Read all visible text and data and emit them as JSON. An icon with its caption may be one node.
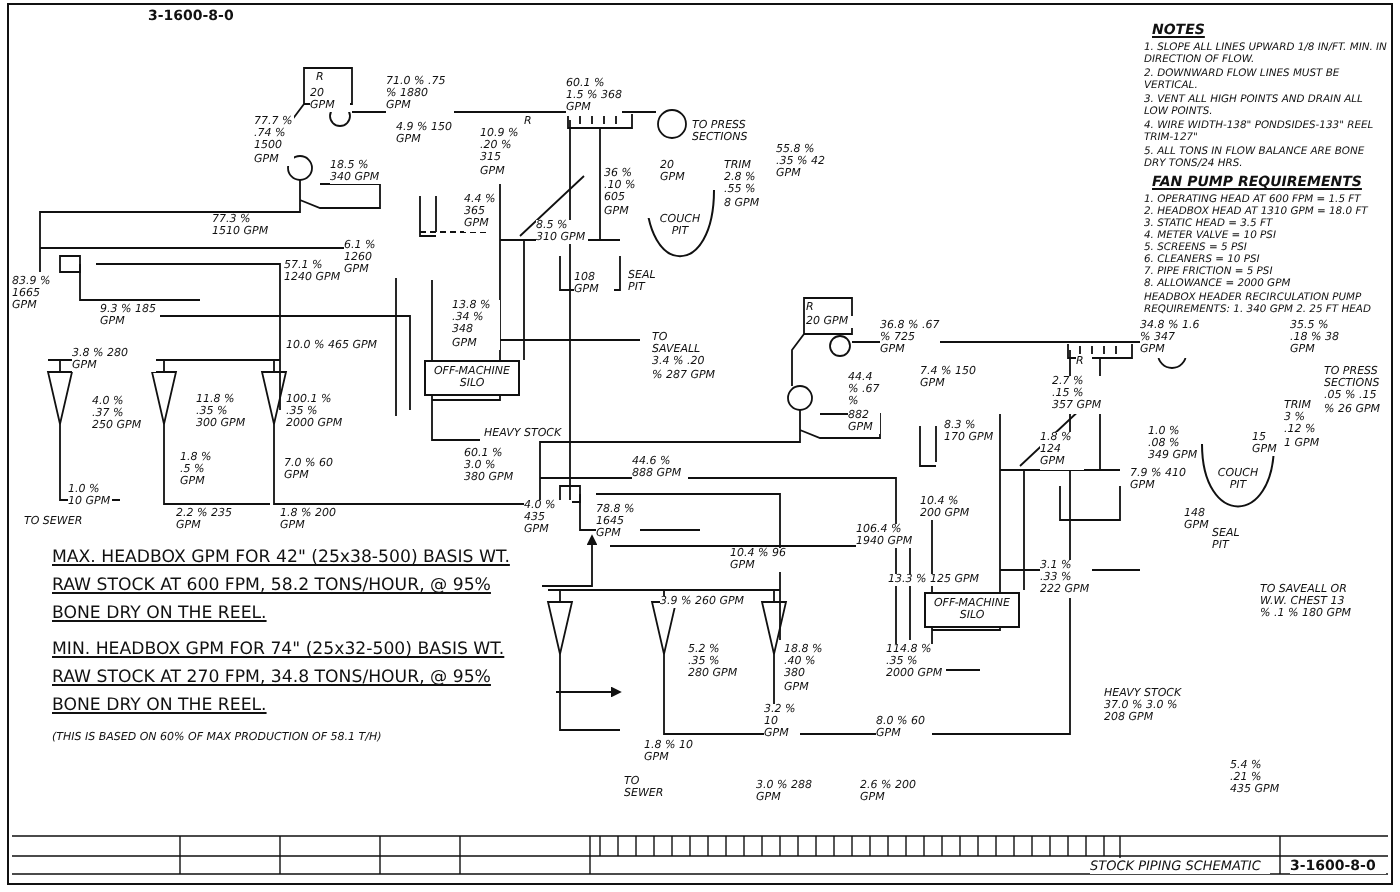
{
  "diagram": {
    "nodes": [
      {
        "text": [
          "OFF-MACHINE SILO"
        ]
      },
      {
        "text": [
          "COUCH PIT"
        ]
      },
      {
        "text": [
          "OFF-MACHINE SILO"
        ]
      },
      {
        "text": [
          "COUCH PIT"
        ]
      }
    ],
    "labels": [
      "3-1600-8-0",
      "20 GPM",
      "71.0 % .75 % 1880 GPM",
      "4.9 % 150 GPM",
      "77.7 % .74 % 1500 GPM",
      "18.5 % 340 GPM",
      "77.3 % 1510 GPM",
      "83.9 % 1665 GPM",
      "9.3 % 185 GPM",
      "57.1 % 1240 GPM",
      "6.1 % 1260 GPM",
      "60.1 % 1.5 % 368 GPM",
      "10.9 % .20 % 315 GPM",
      "4.4 % 365 GPM",
      "36 % .10 % 605 GPM",
      "20 GPM",
      "8.5 % 310 GPM",
      "108 GPM",
      "SEAL PIT",
      "TO PRESS SECTIONS",
      "55.8 % .35 % 42 GPM",
      "TRIM 2.8 % .55 % 8 GPM",
      "13.8 % .34 % 348 GPM",
      "10.0 % 465 GPM",
      "3.8 % 280 GPM",
      "4.0 % .37 % 250 GPM",
      "11.8 % .35 % 300 GPM",
      "100.1 % .35 % 2000 GPM",
      "HEAVY STOCK",
      "60.1 % 3.0 % 380 GPM",
      "TO SAVEALL 3.4 % .20 % 287 GPM",
      "1.8 % .5 % GPM",
      "7.0 % 60 GPM",
      "1.0 % 10 GPM",
      "TO SEWER",
      "2.2 % 235 GPM",
      "1.8 % 200 GPM",
      "4.0 % 435 GPM",
      "MAX. HEADBOX GPM FOR 42\" (25x38-500) BASIS WT. RAW STOCK AT 600 FPM, 58.2 TONS/HOUR, @ 95% BONE DRY ON THE REEL.",
      "MIN. HEADBOX GPM FOR 74\" (25x32-500) BASIS WT. RAW STOCK AT 270 FPM, 34.8 TONS/HOUR, @ 95% BONE DRY ON THE REEL.",
      "(THIS IS BASED ON 60% OF MAX PRODUCTION OF 58.1 T/H)",
      "20 GPM",
      "36.8 % .67 % 725 GPM",
      "7.4 % 150 GPM",
      "44.4 % .67 % 882 GPM",
      "2.7 % .15 % 357 GPM",
      "34.8 % 1.6 % 347 GPM",
      "35.5 % .18 % 38 GPM",
      "TO PRESS SECTIONS .05 % .15 % 26 GPM",
      "TRIM 3 % .12 % 1 GPM",
      "15 GPM",
      "1.0 % .08 % 349 GPM",
      "8.3 % 170 GPM",
      "1.8 % 124 GPM",
      "7.9 % 410 GPM",
      "148 GPM",
      "SEAL PIT",
      "44.6 % 888 GPM",
      "78.8 % 1645 GPM",
      "10.4 % 200 GPM",
      "106.4 % 1940 GPM",
      "10.4 % 96 GPM",
      "3.1 % .33 % 222 GPM",
      "13.3 % 125 GPM",
      "TO SAVEALL OR W.W. CHEST 13 % .1 % 180 GPM",
      "3.9 % 260 GPM",
      "5.2 % .35 % 280 GPM",
      "18.8 % .40 % 380 GPM",
      "114.8 % .35 % 2000 GPM",
      "HEAVY STOCK 37.0 % 3.0 % 208 GPM",
      "3.2 % 10 GPM",
      "8.0 % 60 GPM",
      "1.8 % 10 GPM",
      "TO SEWER",
      "3.0 % 288 GPM",
      "2.6 % 200 GPM",
      "5.4 % .21 % 435 GPM",
      "NOTES",
      "1. SLOPE ALL LINES UPWARD 1/8 IN/FT. MIN. IN DIRECTION OF FLOW.",
      "2. DOWNWARD FLOW LINES MUST BE VERTICAL.",
      "3. VENT ALL HIGH POINTS AND DRAIN ALL LOW POINTS.",
      "4. WIRE WIDTH-138\" PONDSIDES-133\" REEL TRIM-127\"",
      "5. ALL TONS IN FLOW BALANCE ARE BONE DRY TONS/24 HRS.",
      "FAN PUMP REQUIREMENTS",
      "1. OPERATING HEAD AT 600 FPM = 1.5 FT",
      "2. HEADBOX HEAD AT 1310 GPM = 18.0 FT",
      "3. STATIC HEAD = 3.5 FT",
      "4. METER VALVE = 10 PSI",
      "5. SCREENS = 5 PSI",
      "6. CLEANERS = 10 PSI",
      "7. PIPE FRICTION = 5 PSI",
      "8. ALLOWANCE = 2000 GPM",
      "HEADBOX HEADER RECIRCULATION PUMP REQUIREMENTS: 1. 340 GPM 2. 25 FT HEAD",
      "STOCK PIPING SCHEMATIC",
      "3-1600-8-0",
      "R",
      "R",
      "R",
      "R"
    ]
  }
}
